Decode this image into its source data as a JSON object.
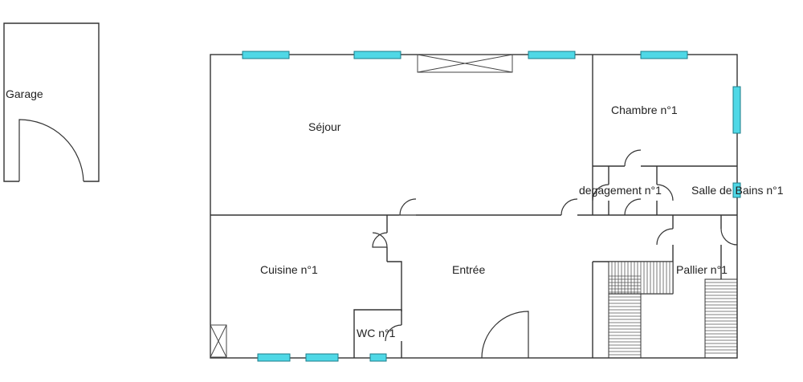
{
  "rooms": {
    "garage": "Garage",
    "sejour": "Séjour",
    "chambre": "Chambre n°1",
    "degagement": "degagement n°1",
    "salle_de_bains": "Salle de Bains n°1",
    "cuisine": "Cuisine n°1",
    "entree": "Entrée",
    "wc": "WC n°1",
    "pallier": "Pallier n°1"
  },
  "colors": {
    "window_fill": "#4fd8e6",
    "window_stroke": "#1b7d8a",
    "wall": "#333333"
  }
}
